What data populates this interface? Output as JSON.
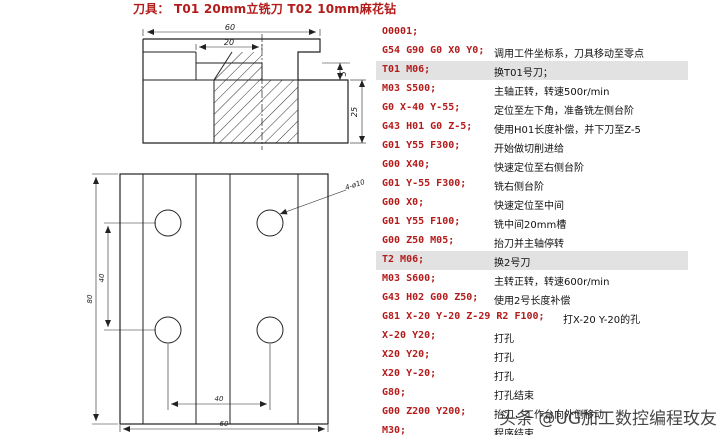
{
  "title": "刀具： T01 20mm立铣刀  T02 10mm麻花钻",
  "dimensions": {
    "top_width": "60",
    "slot_width": "20",
    "step_height": "5",
    "total_height": "25",
    "hole_dia": "4-ø10",
    "hole_pitch_y": "40",
    "total_len_y": "80",
    "hole_pitch_x": "40",
    "total_len_x": "60"
  },
  "program": [
    {
      "code": "O0001;",
      "comment": ""
    },
    {
      "code": "G54 G90 G0 X0 Y0;",
      "comment": "调用工件坐标系，刀具移动至零点"
    },
    {
      "code": "T01 M06;",
      "comment": "换T01号刀；"
    },
    {
      "code": "M03 S500;",
      "comment": "主轴正转，转速500r/min"
    },
    {
      "code": "G0 X-40 Y-55;",
      "comment": "定位至左下角，准备铣左侧台阶"
    },
    {
      "code": "G43 H01 G0 Z-5;",
      "comment": "使用H01长度补偿，并下刀至Z-5"
    },
    {
      "code": "G01 Y55 F300;",
      "comment": "开始做切削进给"
    },
    {
      "code": "G00 X40;",
      "comment": "快速定位至右侧台阶"
    },
    {
      "code": "G01 Y-55 F300;",
      "comment": "铣右侧台阶"
    },
    {
      "code": "G00 X0;",
      "comment": "快速定位至中间"
    },
    {
      "code": "G01 Y55 F100;",
      "comment": "铣中间20mm槽"
    },
    {
      "code": "G00 Z50 M05;",
      "comment": "抬刀并主轴停转"
    },
    {
      "code": "T2 M06;",
      "comment": "换2号刀"
    },
    {
      "code": "M03 S600;",
      "comment": "主转正转，转速600r/min"
    },
    {
      "code": "G43 H02 G00 Z50;",
      "comment": "使用2号长度补偿"
    },
    {
      "code": "G81 X-20 Y-20 Z-29 R2 F100;",
      "comment": "打X-20 Y-20的孔"
    },
    {
      "code": "X-20 Y20;",
      "comment": "打孔"
    },
    {
      "code": "X20 Y20;",
      "comment": "打孔"
    },
    {
      "code": "X20 Y-20;",
      "comment": "打孔"
    },
    {
      "code": "G80;",
      "comment": "打孔结束"
    },
    {
      "code": "G00 Z200 Y200;",
      "comment": "抬刀，工作台向外侧移动"
    },
    {
      "code": "M30;",
      "comment": "程序结束"
    }
  ],
  "watermark": "头条 @UG加工数控编程玫友",
  "colors": {
    "code": "#b31b1b",
    "highlight": "#e2e2e2",
    "line": "#222222"
  }
}
